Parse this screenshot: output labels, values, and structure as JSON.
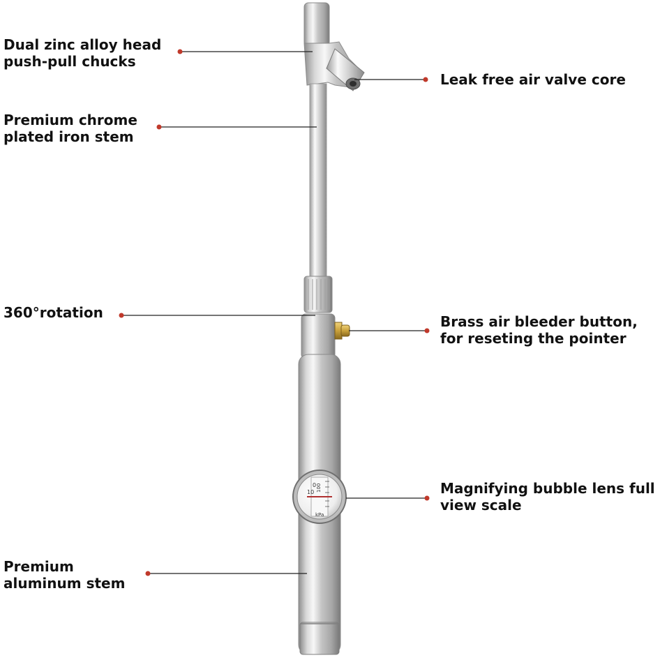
{
  "annotations": {
    "head_chucks": {
      "lines": [
        "Dual zinc alloy head",
        "push-pull chucks"
      ]
    },
    "valve_core": {
      "lines": [
        "Leak free air valve core"
      ]
    },
    "chrome_stem": {
      "lines": [
        "Premium chrome",
        "plated iron stem"
      ]
    },
    "rotation": {
      "lines": [
        "360°rotation"
      ]
    },
    "bleeder_button": {
      "lines": [
        "Brass air bleeder button,",
        "for reseting the pointer"
      ]
    },
    "bubble_lens": {
      "lines": [
        "Magnifying bubble lens full",
        "view scale"
      ]
    },
    "aluminum_stem": {
      "lines": [
        "Premium",
        "aluminum stem"
      ]
    }
  },
  "gauge_dial": {
    "tick_labels": [
      "0",
      "10",
      "100"
    ],
    "unit_text": "kPa"
  },
  "colors": {
    "leader_line": "#222222",
    "leader_dot": "#c0392b",
    "brass": "#c9a13b",
    "dial_red": "#b03030"
  }
}
